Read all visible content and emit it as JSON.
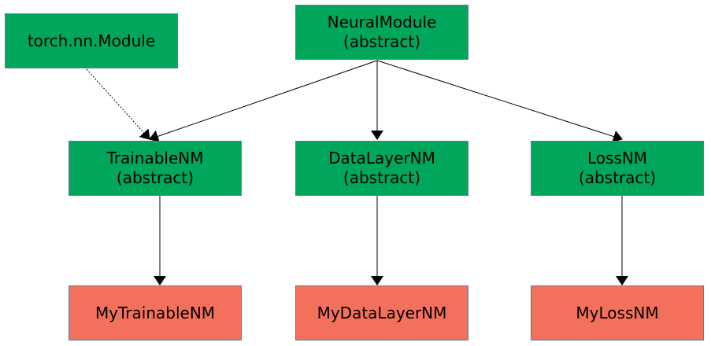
{
  "colors": {
    "abstract_fill": "#00a65a",
    "concrete_fill": "#f3705c",
    "border": "#5a7fa0",
    "arrow": "#000000"
  },
  "nodes": {
    "torch_module": {
      "line1": "torch.nn.Module"
    },
    "neural_module": {
      "line1": "NeuralModule",
      "line2": "(abstract)"
    },
    "trainable_nm": {
      "line1": "TrainableNM",
      "line2": "(abstract)"
    },
    "datalayer_nm": {
      "line1": "DataLayerNM",
      "line2": "(abstract)"
    },
    "loss_nm": {
      "line1": "LossNM",
      "line2": "(abstract)"
    },
    "my_trainable_nm": {
      "line1": "MyTrainableNM"
    },
    "my_datalayer_nm": {
      "line1": "MyDataLayerNM"
    },
    "my_loss_nm": {
      "line1": "MyLossNM"
    }
  },
  "edges": [
    {
      "from": "neural_module",
      "to": "trainable_nm",
      "style": "solid"
    },
    {
      "from": "neural_module",
      "to": "datalayer_nm",
      "style": "solid"
    },
    {
      "from": "neural_module",
      "to": "loss_nm",
      "style": "solid"
    },
    {
      "from": "torch_module",
      "to": "trainable_nm",
      "style": "dotted"
    },
    {
      "from": "trainable_nm",
      "to": "my_trainable_nm",
      "style": "solid"
    },
    {
      "from": "datalayer_nm",
      "to": "my_datalayer_nm",
      "style": "solid"
    },
    {
      "from": "loss_nm",
      "to": "my_loss_nm",
      "style": "solid"
    }
  ]
}
